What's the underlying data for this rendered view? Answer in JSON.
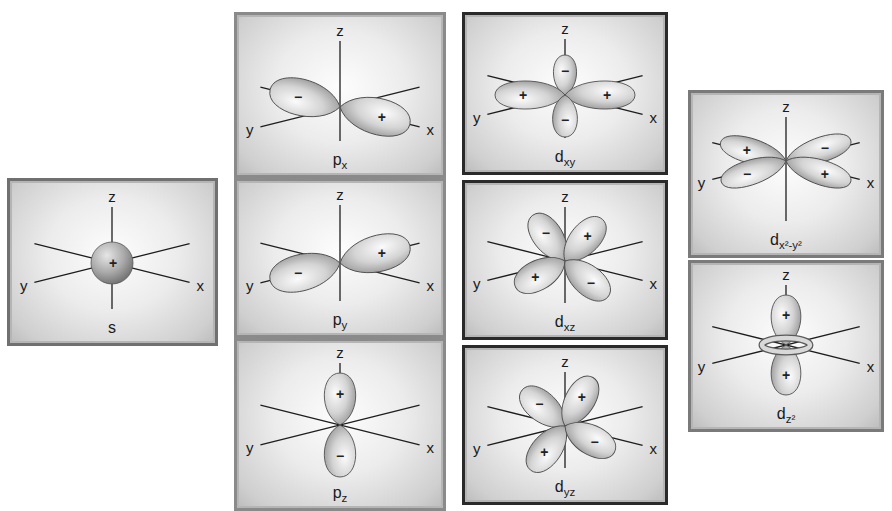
{
  "diagram": {
    "nodes": [
      {
        "text": [
          "z",
          "+",
          "y",
          "x",
          "s"
        ]
      },
      {
        "text": [
          "z",
          "−",
          "+",
          "y",
          "x",
          "px"
        ]
      },
      {
        "text": [
          "z",
          "+",
          "−",
          "y",
          "x",
          "py"
        ]
      },
      {
        "text": [
          "z",
          "+",
          "y",
          "x",
          "−",
          "pz"
        ]
      },
      {
        "text": [
          "z",
          "−",
          "+",
          "+",
          "−",
          "y",
          "x",
          "dxy"
        ]
      },
      {
        "text": [
          "z",
          "−",
          "+",
          "+",
          "−",
          "y",
          "x",
          "dxz"
        ]
      },
      {
        "text": [
          "z",
          "−",
          "+",
          "+",
          "−",
          "y",
          "x",
          "dyz"
        ]
      },
      {
        "text": [
          "z",
          "+",
          "−",
          "−",
          "+",
          "y",
          "x",
          "dx²-y²"
        ]
      },
      {
        "text": [
          "z",
          "+",
          "+",
          "y",
          "x",
          "dz²"
        ]
      }
    ]
  }
}
